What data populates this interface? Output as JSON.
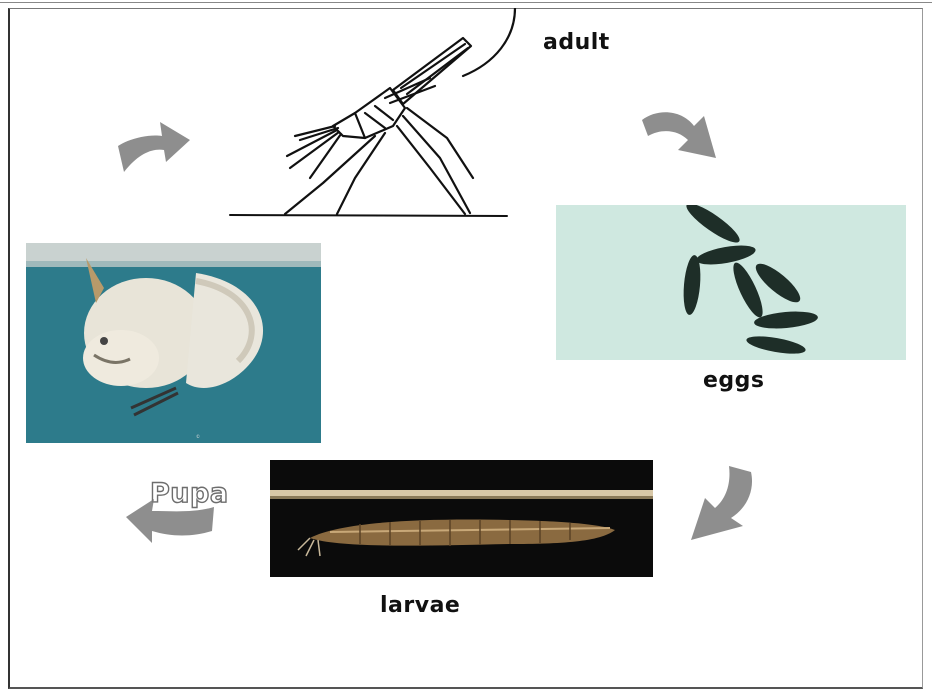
{
  "stages": {
    "adult": {
      "label": "adult",
      "icon": "mosquito-sketch-icon"
    },
    "eggs": {
      "label": "eggs",
      "icon": "mosquito-eggs-photo"
    },
    "larvae": {
      "label": "larvae",
      "icon": "mosquito-larva-photo"
    },
    "pupa": {
      "label": "Pupa",
      "icon": "mosquito-pupa-photo"
    }
  },
  "arrows": [
    "adult-to-eggs-arrow",
    "eggs-to-larvae-arrow",
    "larvae-to-pupa-arrow",
    "pupa-to-adult-arrow"
  ],
  "colors": {
    "arrow": "#7a7a7a",
    "pupa_bg": "#2f7f8f",
    "eggs_bg": "#d6ece4",
    "larvae_bg": "#0b0b0b"
  }
}
